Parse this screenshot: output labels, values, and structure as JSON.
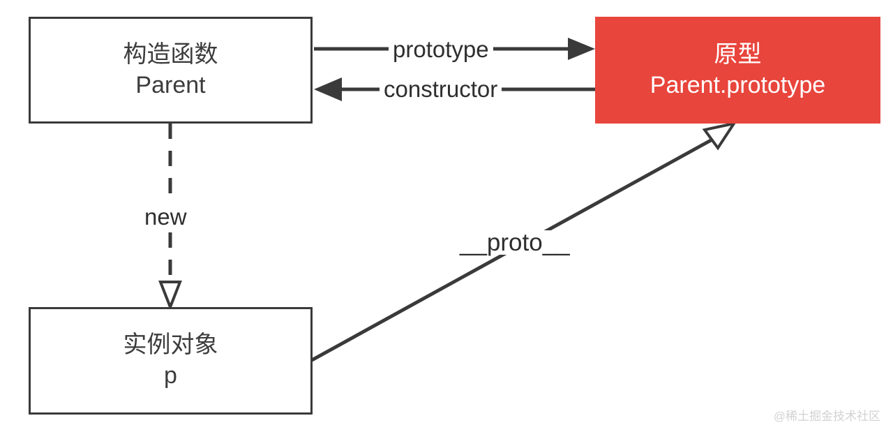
{
  "diagram": {
    "title": "JavaScript prototype chain diagram",
    "background": "#ffffff",
    "stroke_color": "#3a3a3a",
    "accent_color": "#e8453c",
    "text_color": "#3c3c3c",
    "nodes": [
      {
        "id": "constructor-node",
        "line1": "构造函数",
        "line2": "Parent",
        "style": "plain"
      },
      {
        "id": "prototype-node",
        "line1": "原型",
        "line2": "Parent.prototype",
        "style": "accent"
      },
      {
        "id": "instance-node",
        "line1": "实例对象",
        "line2": "p",
        "style": "plain"
      }
    ],
    "edges": [
      {
        "id": "edge-prototype",
        "label": "prototype",
        "from": "constructor-node",
        "to": "prototype-node",
        "line": "solid",
        "arrow": "filled"
      },
      {
        "id": "edge-constructor",
        "label": "constructor",
        "from": "prototype-node",
        "to": "constructor-node",
        "line": "solid",
        "arrow": "filled"
      },
      {
        "id": "edge-new",
        "label": "new",
        "from": "constructor-node",
        "to": "instance-node",
        "line": "dashed",
        "arrow": "hollow"
      },
      {
        "id": "edge-proto",
        "label": "__proto__",
        "from": "instance-node",
        "to": "prototype-node",
        "line": "solid",
        "arrow": "hollow"
      }
    ]
  },
  "watermark": {
    "text": "@稀土掘金技术社区"
  }
}
